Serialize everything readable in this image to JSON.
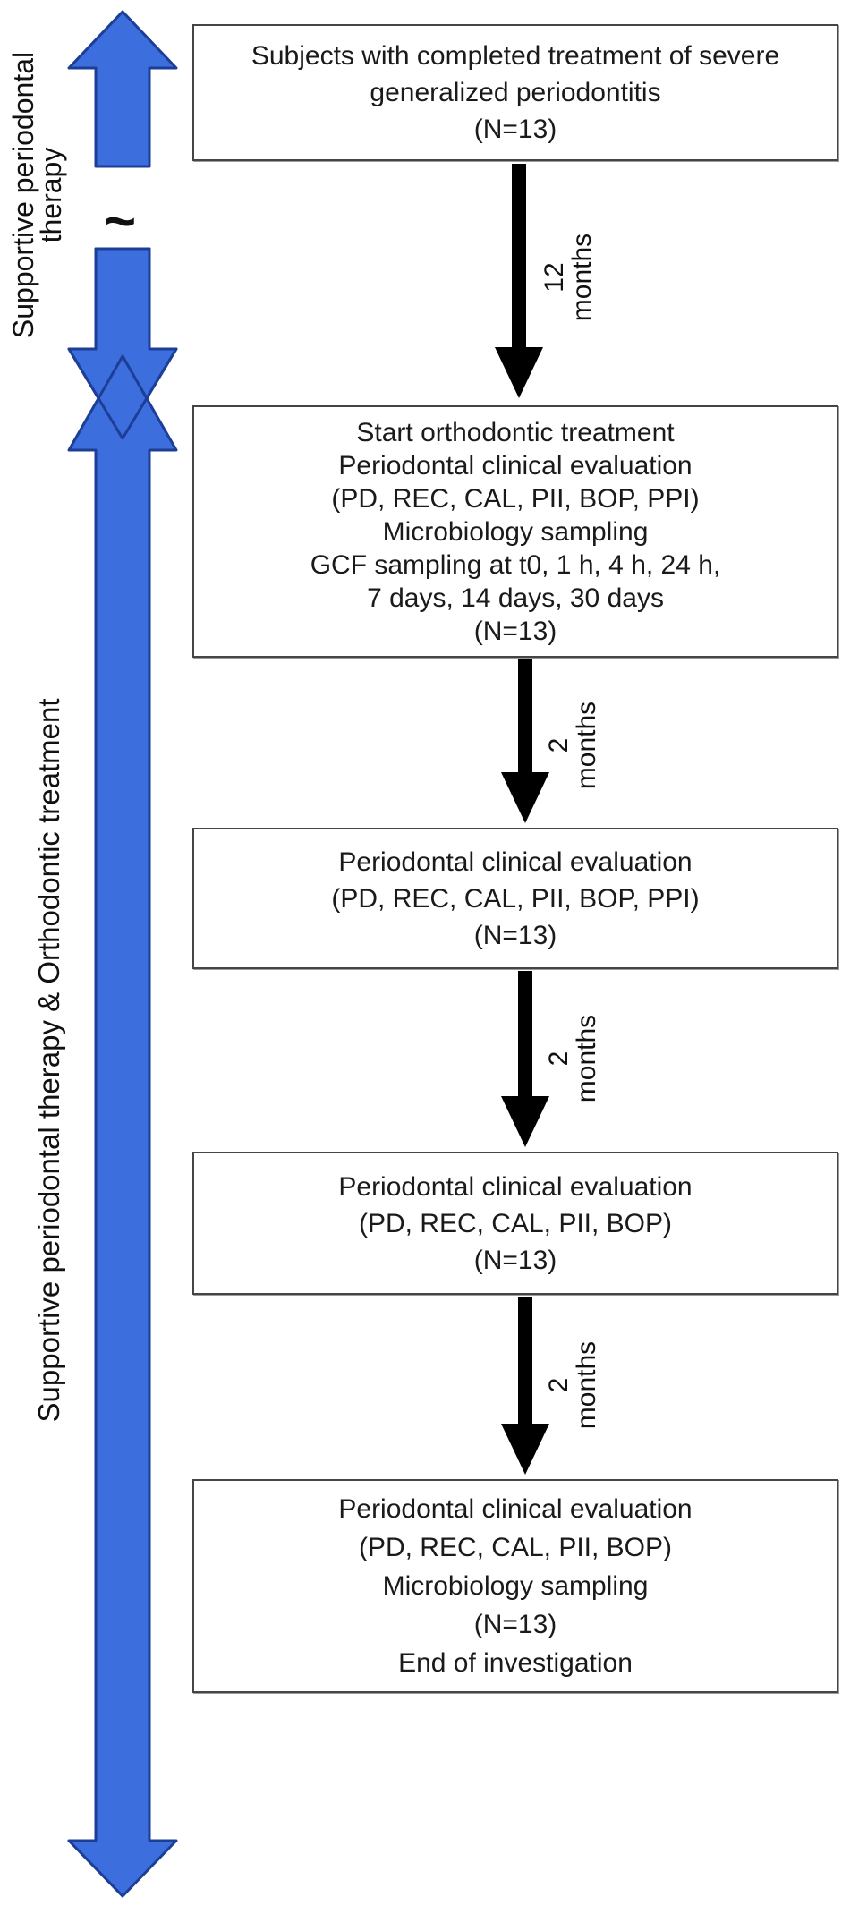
{
  "figure": {
    "type": "study-design-flowchart",
    "colors": {
      "phase_arrow_fill": "#3C6EDE",
      "phase_arrow_stroke": "#1C3E96",
      "box_border": "#454545",
      "flow_arrow": "#000000",
      "background": "#FFFFFF",
      "text": "#111111"
    }
  },
  "left_track": {
    "phase1": {
      "line1": "Supportive periodontal",
      "line2": "therapy"
    },
    "break_symbol": "~",
    "phase2": "Supportive periodontal therapy & Orthodontic treatment"
  },
  "flow": {
    "boxes": [
      {
        "lines": [
          "Subjects with completed treatment of severe",
          "generalized periodontitis",
          "(N=13)"
        ]
      },
      {
        "lines": [
          "Start orthodontic treatment",
          "Periodontal clinical evaluation",
          "(PD, REC, CAL, PII, BOP, PPI)",
          "Microbiology sampling",
          "GCF sampling at t0, 1 h, 4 h, 24 h,",
          "7 days, 14 days, 30 days",
          "(N=13)"
        ]
      },
      {
        "lines": [
          "Periodontal clinical evaluation",
          "(PD, REC, CAL, PII, BOP, PPI)",
          "(N=13)"
        ]
      },
      {
        "lines": [
          "Periodontal clinical evaluation",
          "(PD, REC, CAL, PII, BOP)",
          "(N=13)"
        ]
      },
      {
        "lines": [
          "Periodontal clinical evaluation",
          "(PD, REC, CAL, PII, BOP)",
          "Microbiology sampling",
          "(N=13)",
          "End of investigation"
        ]
      }
    ],
    "intervals": [
      {
        "value": "12",
        "unit": "months"
      },
      {
        "value": "2",
        "unit": "months"
      },
      {
        "value": "2",
        "unit": "months"
      },
      {
        "value": "2",
        "unit": "months"
      }
    ]
  }
}
